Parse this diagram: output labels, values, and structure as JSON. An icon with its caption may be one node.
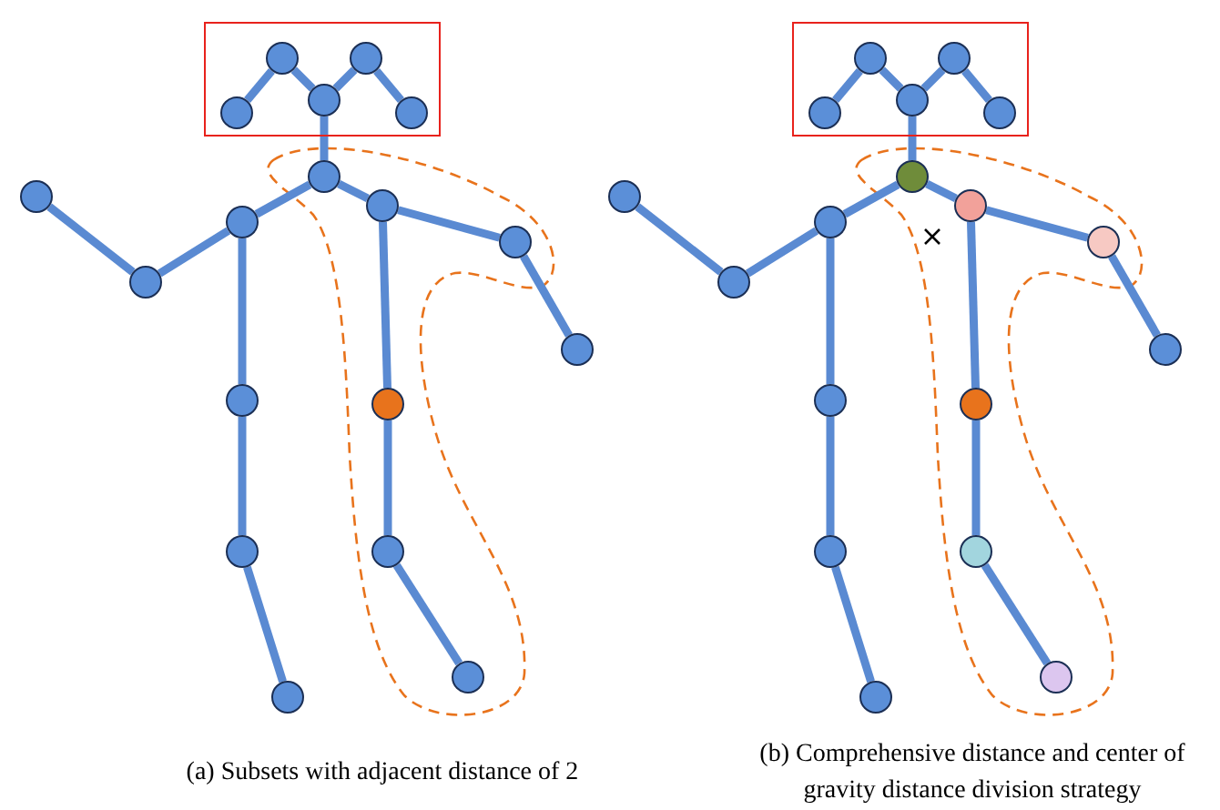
{
  "diagram": {
    "nodes": [
      {
        "text": [],
        "shape": "box"
      },
      {
        "text": [],
        "shape": "circle",
        "in": 0
      },
      {
        "text": [],
        "shape": "circle",
        "in": 0
      },
      {
        "text": [],
        "shape": "circle",
        "in": 0
      },
      {
        "text": [],
        "shape": "circle",
        "in": 0
      },
      {
        "text": [],
        "shape": "circle",
        "in": 0
      },
      {
        "text": [],
        "shape": "circle"
      },
      {
        "text": [],
        "shape": "circle"
      },
      {
        "text": [],
        "shape": "circle"
      },
      {
        "text": [],
        "shape": "circle"
      },
      {
        "text": [],
        "shape": "circle"
      },
      {
        "text": [],
        "shape": "circle"
      },
      {
        "text": [],
        "shape": "circle"
      },
      {
        "text": [],
        "shape": "circle"
      },
      {
        "text": [],
        "shape": "circle"
      },
      {
        "text": [],
        "shape": "circle"
      },
      {
        "text": [],
        "shape": "circle"
      },
      {
        "text": [],
        "shape": "circle"
      },
      {
        "text": [],
        "shape": "circle"
      },
      {
        "text": [],
        "shape": "box"
      },
      {
        "text": [],
        "shape": "circle",
        "in": 19
      },
      {
        "text": [],
        "shape": "circle",
        "in": 19
      },
      {
        "text": [],
        "shape": "circle",
        "in": 19
      },
      {
        "text": [],
        "shape": "circle",
        "in": 19
      },
      {
        "text": [],
        "shape": "circle",
        "in": 19
      },
      {
        "text": [],
        "shape": "circle"
      },
      {
        "text": [],
        "shape": "circle"
      },
      {
        "text": [],
        "shape": "circle"
      },
      {
        "text": [],
        "shape": "circle"
      },
      {
        "text": [],
        "shape": "circle"
      },
      {
        "text": [],
        "shape": "circle"
      },
      {
        "text": [],
        "shape": "circle"
      },
      {
        "text": [],
        "shape": "circle"
      },
      {
        "text": [],
        "shape": "circle"
      },
      {
        "text": [],
        "shape": "circle"
      },
      {
        "text": [],
        "shape": "circle"
      },
      {
        "text": [],
        "shape": "circle"
      },
      {
        "text": [],
        "shape": "circle"
      }
    ],
    "edges": [
      {
        "from": 1,
        "to": 3,
        "arrow": "none"
      },
      {
        "from": 1,
        "to": 4,
        "arrow": "none"
      },
      {
        "from": 4,
        "to": 2,
        "arrow": "none"
      },
      {
        "from": 2,
        "to": 5,
        "arrow": "none"
      },
      {
        "from": 4,
        "to": 6,
        "arrow": "none"
      },
      {
        "from": 6,
        "to": 9,
        "arrow": "none"
      },
      {
        "from": 6,
        "to": 8,
        "arrow": "none"
      },
      {
        "from": 9,
        "to": 11,
        "arrow": "none"
      },
      {
        "from": 11,
        "to": 7,
        "arrow": "none"
      },
      {
        "from": 8,
        "to": 10,
        "arrow": "none"
      },
      {
        "from": 10,
        "to": 12,
        "arrow": "none"
      },
      {
        "from": 9,
        "to": 13,
        "arrow": "none"
      },
      {
        "from": 13,
        "to": 15,
        "arrow": "none"
      },
      {
        "from": 15,
        "to": 18,
        "arrow": "none"
      },
      {
        "from": 8,
        "to": 14,
        "arrow": "none"
      },
      {
        "from": 14,
        "to": 16,
        "arrow": "none"
      },
      {
        "from": 16,
        "to": 17,
        "arrow": "none"
      },
      {
        "from": 20,
        "to": 22,
        "arrow": "none"
      },
      {
        "from": 20,
        "to": 23,
        "arrow": "none"
      },
      {
        "from": 23,
        "to": 21,
        "arrow": "none"
      },
      {
        "from": 21,
        "to": 24,
        "arrow": "none"
      },
      {
        "from": 23,
        "to": 25,
        "arrow": "none"
      },
      {
        "from": 25,
        "to": 28,
        "arrow": "none"
      },
      {
        "from": 25,
        "to": 27,
        "arrow": "none"
      },
      {
        "from": 28,
        "to": 30,
        "arrow": "none"
      },
      {
        "from": 30,
        "to": 26,
        "arrow": "none"
      },
      {
        "from": 27,
        "to": 29,
        "arrow": "none"
      },
      {
        "from": 29,
        "to": 31,
        "arrow": "none"
      },
      {
        "from": 28,
        "to": 32,
        "arrow": "none"
      },
      {
        "from": 32,
        "to": 34,
        "arrow": "none"
      },
      {
        "from": 34,
        "to": 37,
        "arrow": "none"
      },
      {
        "from": 27,
        "to": 33,
        "arrow": "none"
      },
      {
        "from": 33,
        "to": 35,
        "arrow": "none"
      },
      {
        "from": 35,
        "to": 36,
        "arrow": "none"
      }
    ],
    "labels": [
      "(a) Subsets with adjacent distance of 2",
      "(b) Comprehensive distance and center of gravity distance division strategy"
    ]
  }
}
